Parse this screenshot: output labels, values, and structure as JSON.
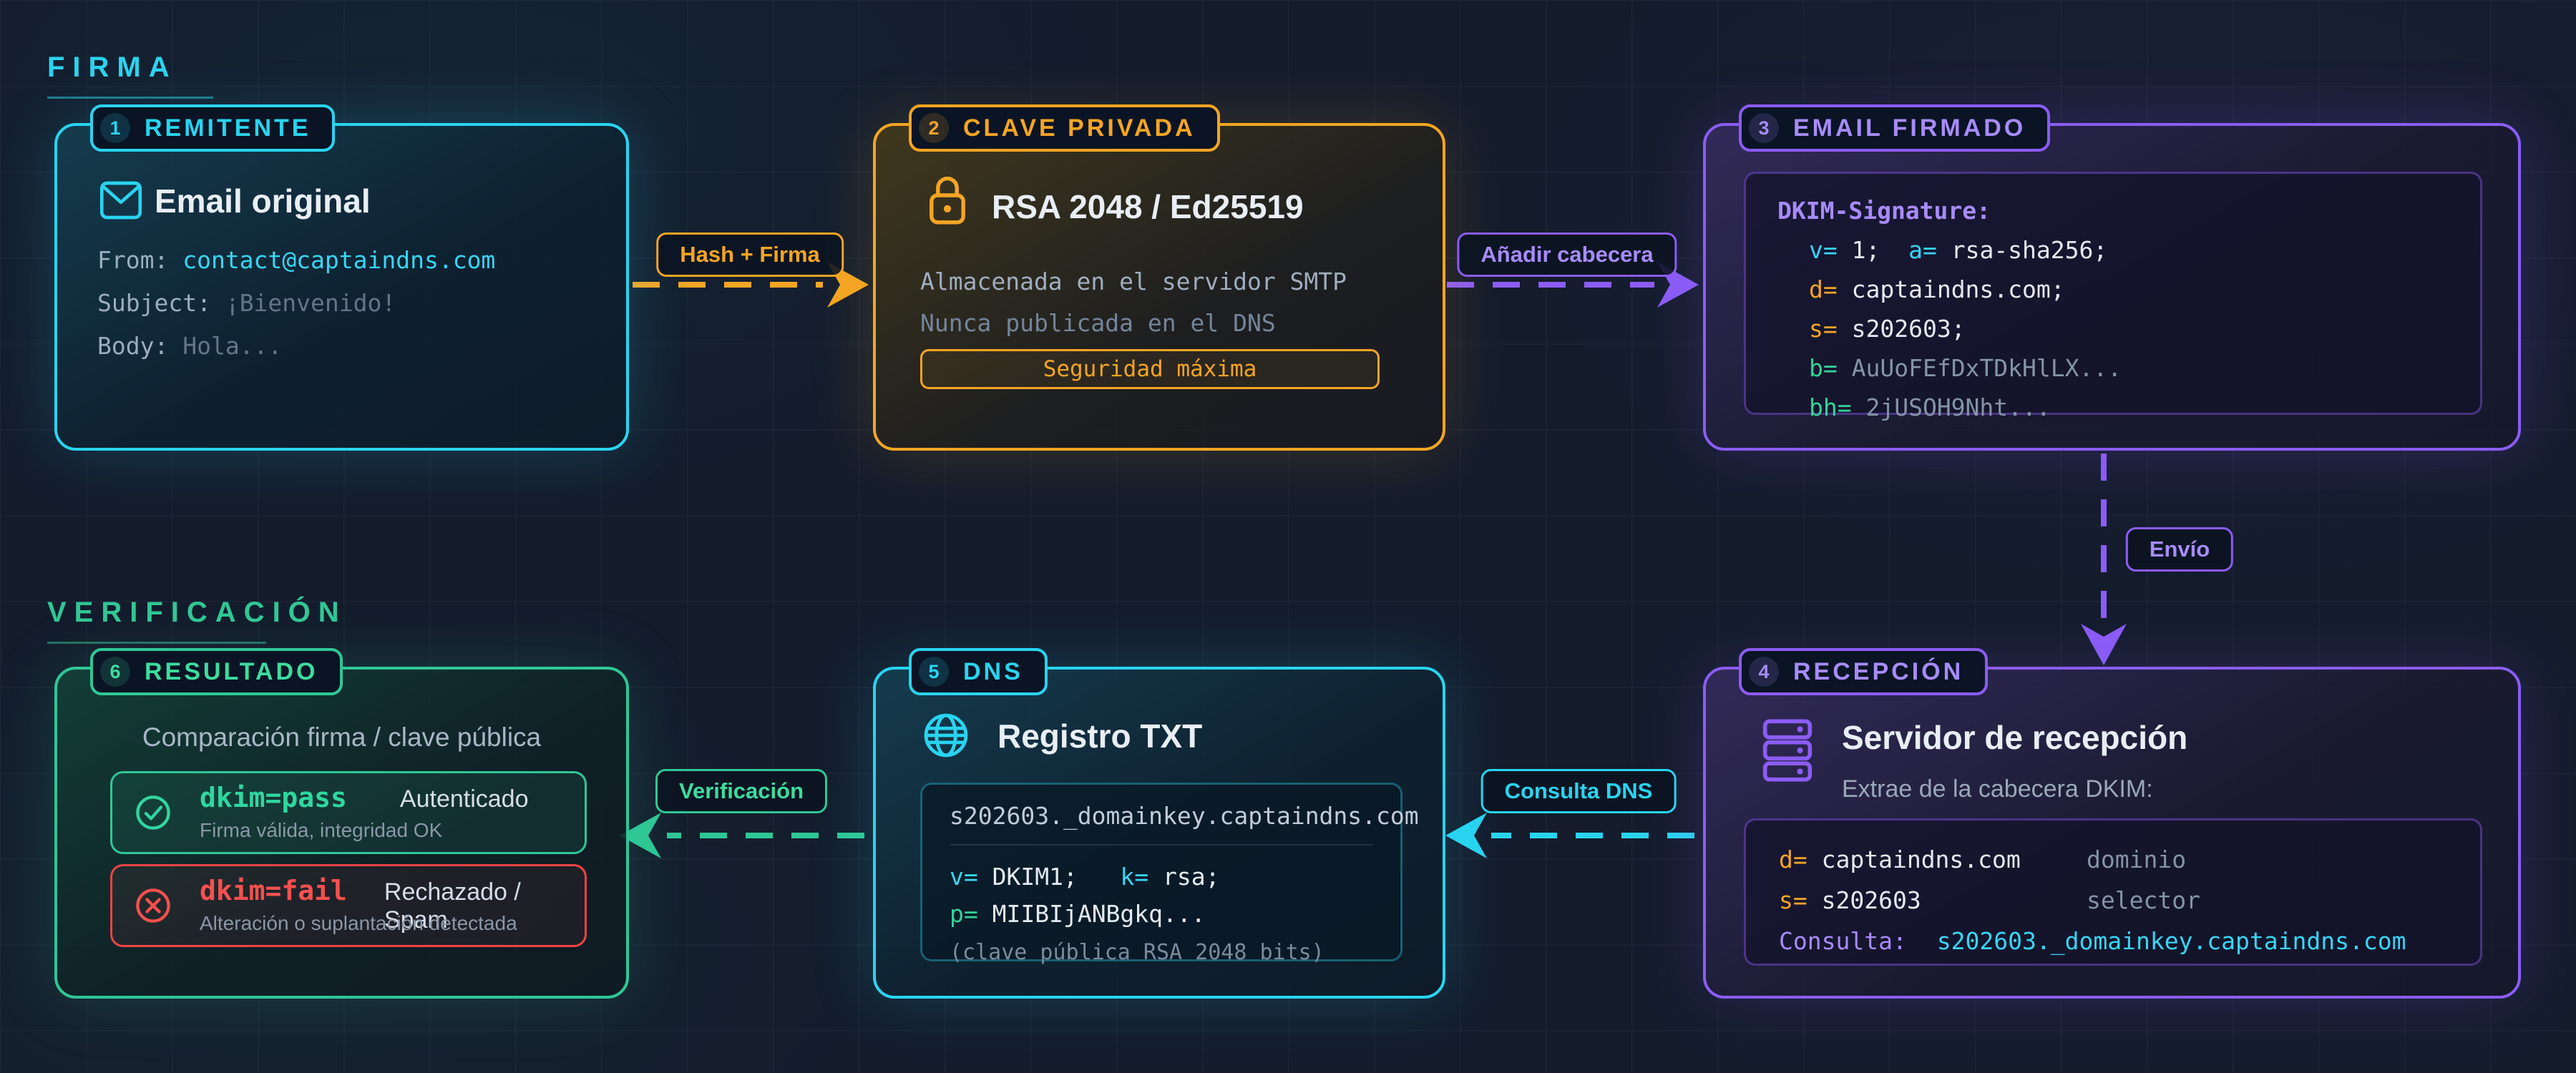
{
  "sections": {
    "firma": "FIRMA",
    "verificacion": "VERIFICACIÓN"
  },
  "colors": {
    "cyan": "#29d4f0",
    "orange": "#f5a524",
    "purple": "#8b5cf6",
    "purple_text": "#a78bfa",
    "green": "#2fc795",
    "red": "#ef4444",
    "background": "#141c2c"
  },
  "box1": {
    "num": "1",
    "tab": "REMITENTE",
    "title": "Email original",
    "icon": "envelope",
    "from_label": "From:",
    "from_value": " contact@captaindns.com",
    "subject_label": "Subject:",
    "subject_value": " ¡Bienvenido!",
    "body_label": "Body:",
    "body_value": " Hola..."
  },
  "box2": {
    "num": "2",
    "tab": "CLAVE PRIVADA",
    "title": "RSA 2048 / Ed25519",
    "icon": "lock",
    "line1": "Almacenada en el servidor SMTP",
    "line2": "Nunca publicada en el DNS",
    "badge": "Seguridad máxima"
  },
  "box3": {
    "num": "3",
    "tab": "EMAIL FIRMADO",
    "code_header": "DKIM-Signature:",
    "l1k1": "v=",
    "l1v1": " 1;  ",
    "l1k2": "a=",
    "l1v2": " rsa-sha256;",
    "l2k": "d=",
    "l2v": " captaindns.com;",
    "l3k": "s=",
    "l3v": " s202603;",
    "l4k": "b=",
    "l4v": " AuUoFEfDxTDkHlLX...",
    "l5k": "bh=",
    "l5v": " 2jUSOH9Nht..."
  },
  "box4": {
    "num": "4",
    "tab": "RECEPCIÓN",
    "title": "Servidor de recepción",
    "icon": "server",
    "subtitle": "Extrae de la cabecera DKIM:",
    "l1k": "d=",
    "l1v": " captaindns.com",
    "l1note": "dominio",
    "l2k": "s=",
    "l2v": " s202603",
    "l2note": "selector",
    "l3label": "Consulta:",
    "l3value": "s202603._domainkey.captaindns.com"
  },
  "box5": {
    "num": "5",
    "tab": "DNS",
    "title": "Registro TXT",
    "icon": "globe",
    "record_name": "s202603._domainkey.captaindns.com",
    "l1k1": "v=",
    "l1v1": " DKIM1;   ",
    "l1k2": "k=",
    "l1v2": " rsa;",
    "l2k": "p=",
    "l2v": " MIIBIjANBgkq...",
    "note": "(clave pública RSA 2048 bits)"
  },
  "box6": {
    "num": "6",
    "tab": "RESULTADO",
    "intro": "Comparación firma / clave pública",
    "pass": {
      "code": "dkim=pass",
      "status": "Autenticado",
      "desc": "Firma válida, integridad OK"
    },
    "fail": {
      "code": "dkim=fail",
      "status": "Rechazado / Spam",
      "desc": "Alteración o suplantación detectada"
    }
  },
  "arrows": {
    "hash": "Hash + Firma",
    "cabecera": "Añadir cabecera",
    "envio": "Envío",
    "consulta": "Consulta DNS",
    "verificacion": "Verificación"
  }
}
